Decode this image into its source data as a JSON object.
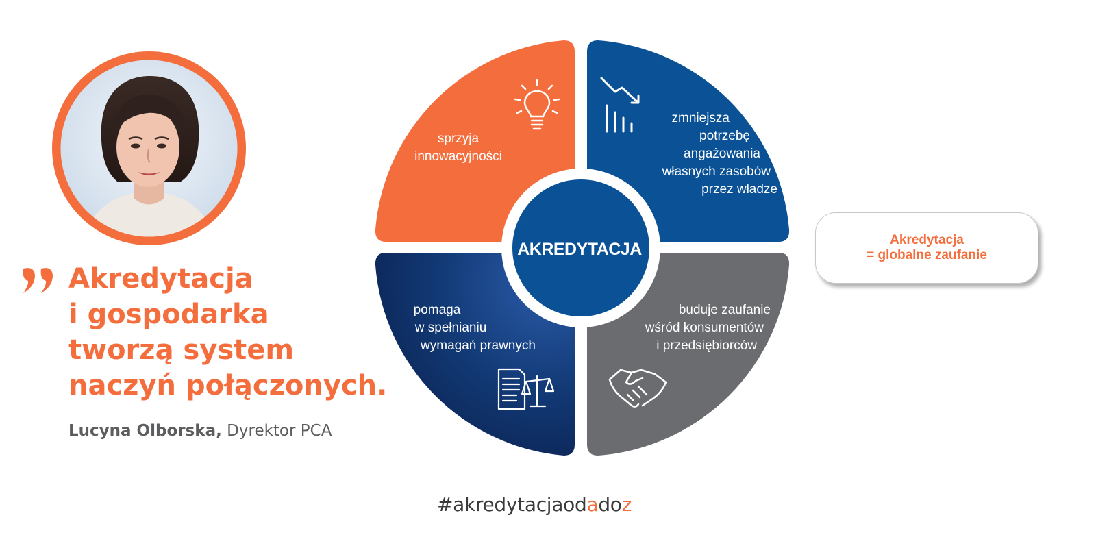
{
  "colors": {
    "orange": "#f46e3d",
    "blue": "#0a5196",
    "navy": "#0d2a5c",
    "gray": "#6a6c6f",
    "text_gray": "#5b5d5f"
  },
  "portrait": {
    "description_icon": "person-photo"
  },
  "quote": {
    "lines": [
      "Akredytacja",
      "i gospodarka",
      "tworzą system",
      "naczyń połączonych."
    ],
    "author_name": "Lucyna Olborska,",
    "author_role": "Dyrektor PCA"
  },
  "diagram": {
    "center": "AKREDYTACJA",
    "segments": [
      {
        "id": "top-left",
        "icon": "lightbulb-icon",
        "lines": [
          "sprzyja",
          "innowacyjności"
        ]
      },
      {
        "id": "top-right",
        "icon": "declining-chart-icon",
        "lines": [
          "zmniejsza",
          "potrzebę",
          "angażowania",
          "własnych zasobów",
          "przez władze"
        ]
      },
      {
        "id": "bottom-left",
        "icon": "document-scales-icon",
        "lines": [
          "pomaga",
          "w spełnianiu",
          "wymagań prawnych"
        ]
      },
      {
        "id": "bottom-right",
        "icon": "handshake-icon",
        "lines": [
          "buduje zaufanie",
          "wśród konsumentów",
          "i przedsiębiorców"
        ]
      }
    ]
  },
  "callout": {
    "line1": "Akredytacja",
    "line2": "= globalne zaufanie"
  },
  "hashtag": {
    "prefix": "#akredytacjaod",
    "a": "a",
    "do": "do",
    "z": "z"
  }
}
